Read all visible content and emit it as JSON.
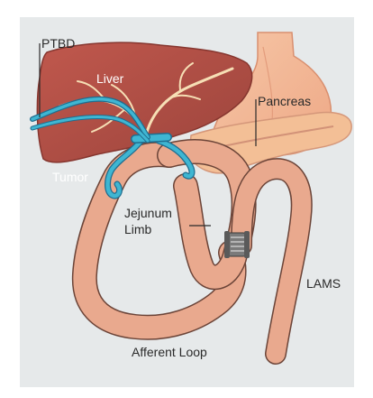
{
  "labels": {
    "ptbd": "PTBD",
    "liver": "Liver",
    "pancreas": "Pancreas",
    "tumor": "Tumor",
    "jejunum_line1": "Jejunum",
    "jejunum_line2": "Limb",
    "lams": "LAMS",
    "afferent_loop": "Afferent Loop"
  },
  "colors": {
    "frame": "#e6e9ea",
    "liver": "#b14f46",
    "liver_vessels": "#f6dfb5",
    "stomach": "#f4b894",
    "pancreas": "#f3bf96",
    "bowel_fill": "#e9a98e",
    "bowel_outline": "#6b4438",
    "duct": "#3fb6d2",
    "duct_dark": "#1f6d8f",
    "stent": "#7a7a7a",
    "line": "#2a2a2a"
  },
  "icons": [
    "lumen-apposing-metal-stent"
  ]
}
